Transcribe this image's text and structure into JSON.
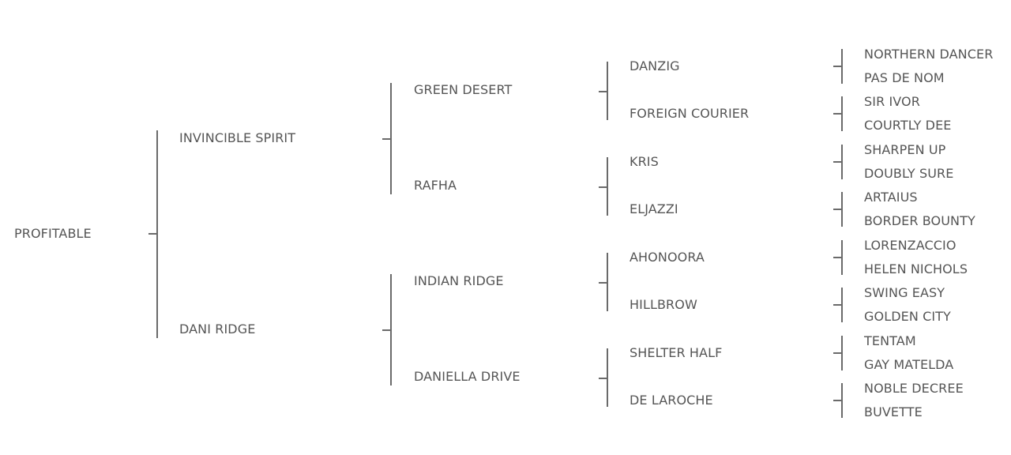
{
  "pedigree": {
    "horse": "PROFITABLE",
    "sire": "INVINCIBLE SPIRIT",
    "dam": "DANI RIDGE",
    "sire_sire": "GREEN DESERT",
    "sire_dam": "RAFHA",
    "dam_sire": "INDIAN RIDGE",
    "dam_dam": "DANIELLA DRIVE",
    "gen3": [
      "DANZIG",
      "FOREIGN COURIER",
      "KRIS",
      "ELJAZZI",
      "AHONOORA",
      "HILLBROW",
      "SHELTER HALF",
      "DE LAROCHE"
    ],
    "gen4": [
      "NORTHERN DANCER",
      "PAS DE NOM",
      "SIR IVOR",
      "COURTLY DEE",
      "SHARPEN UP",
      "DOUBLY SURE",
      "ARTAIUS",
      "BORDER BOUNTY",
      "LORENZACCIO",
      "HELEN NICHOLS",
      "SWING EASY",
      "GOLDEN CITY",
      "TENTAM",
      "GAY MATELDA",
      "NOBLE DECREE",
      "BUVETTE"
    ]
  }
}
